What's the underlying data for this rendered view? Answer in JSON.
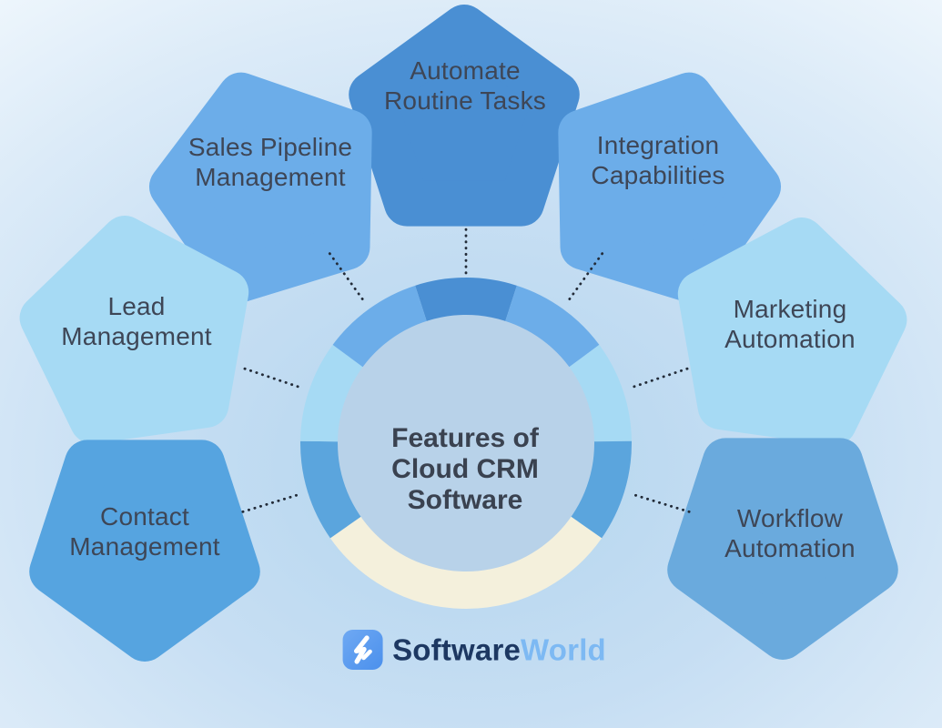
{
  "diagram": {
    "title_lines": [
      "Features of",
      "Cloud CRM",
      "Software"
    ],
    "connector_color": "#232c39"
  },
  "features": [
    {
      "id": "automate-routine-tasks",
      "line1": "Automate",
      "line2": "Routine Tasks",
      "color": "#4a8fd3"
    },
    {
      "id": "sales-pipeline-management",
      "line1": "Sales Pipeline",
      "line2": "Management",
      "color": "#6cade9"
    },
    {
      "id": "integration-capabilities",
      "line1": "Integration",
      "line2": "Capabilities",
      "color": "#6cade9"
    },
    {
      "id": "lead-management",
      "line1": "Lead",
      "line2": "Management",
      "color": "#a6daf4"
    },
    {
      "id": "marketing-automation",
      "line1": "Marketing",
      "line2": "Automation",
      "color": "#a6daf4"
    },
    {
      "id": "contact-management",
      "line1": "Contact",
      "line2": "Management",
      "color": "#56a4e0"
    },
    {
      "id": "workflow-automation",
      "line1": "Workflow",
      "line2": "Automation",
      "color": "#6aaadd"
    }
  ],
  "ring": {
    "center_fill": "#b8d2e9",
    "segments": [
      {
        "name": "automate",
        "color": "#4a8fd3"
      },
      {
        "name": "integration",
        "color": "#6cade9"
      },
      {
        "name": "marketing",
        "color": "#a6daf4"
      },
      {
        "name": "workflow",
        "color": "#5ba5dd"
      },
      {
        "name": "bottom",
        "color": "#f4f0dc"
      },
      {
        "name": "contact",
        "color": "#5ba5dd"
      },
      {
        "name": "lead",
        "color": "#a6daf4"
      },
      {
        "name": "sales",
        "color": "#6cade9"
      }
    ]
  },
  "logo": {
    "brand_primary": "Software",
    "brand_secondary": "World",
    "brand_primary_color": "#1d3862",
    "brand_secondary_color": "#7db9f3",
    "icon_bg": "#569af0",
    "icon": "lightning"
  }
}
